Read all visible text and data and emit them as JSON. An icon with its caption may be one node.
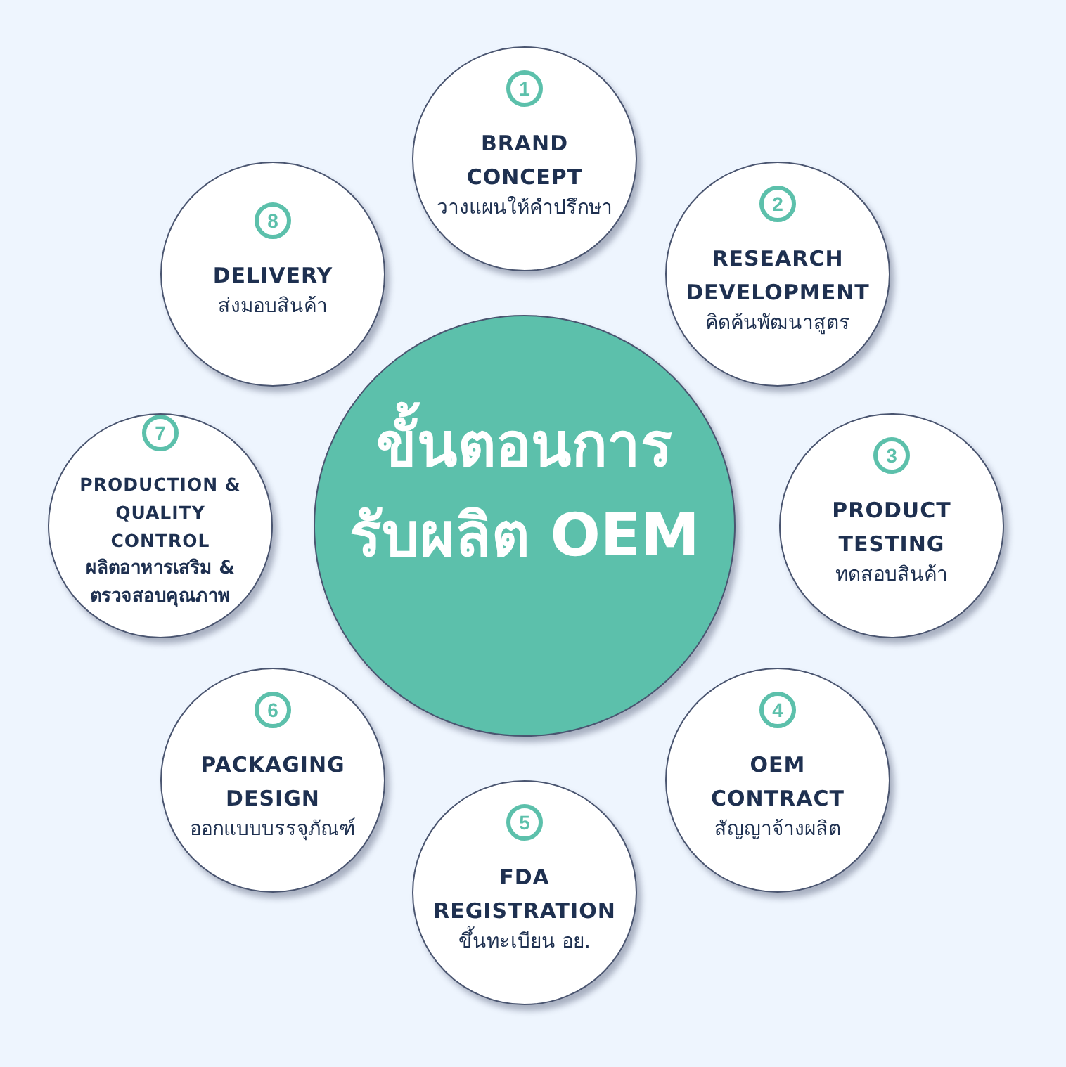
{
  "diagram": {
    "nodes": [
      {
        "text": [
          "ขั้นตอนการรับผลิต OEM"
        ]
      },
      {
        "text": [
          "BRAND CONCEPT",
          "วางแผนให้คำปรึกษา"
        ]
      },
      {
        "text": [
          "1"
        ],
        "in": 1
      },
      {
        "text": [
          "RESEARCH DEVELOPMENT",
          "คิดค้นพัฒนาสูตร"
        ]
      },
      {
        "text": [
          "2"
        ],
        "in": 3
      },
      {
        "text": [
          "PRODUCT TESTING",
          "ทดสอบสินค้า"
        ]
      },
      {
        "text": [
          "3"
        ],
        "in": 5
      },
      {
        "text": [
          "OEM CONTRACT",
          "สัญญาจ้างผลิต"
        ]
      },
      {
        "text": [
          "4"
        ],
        "in": 7
      },
      {
        "text": [
          "FDA REGISTRATION",
          "ขึ้นทะเบียน อย."
        ]
      },
      {
        "text": [
          "5"
        ],
        "in": 9
      },
      {
        "text": [
          "PACKAGING DESIGN",
          "ออกแบบบรรจุภัณฑ์"
        ]
      },
      {
        "text": [
          "6"
        ],
        "in": 11
      },
      {
        "text": [
          "PRODUCTION & QUALITY CONTROL",
          "ผลิตอาหารเสริม & ตรวจสอบคุณภาพ"
        ]
      },
      {
        "text": [
          "7"
        ],
        "in": 13
      },
      {
        "text": [
          "DELIVERY",
          "ส่งมอบสินค้า"
        ]
      },
      {
        "text": [
          "8"
        ],
        "in": 15
      }
    ]
  }
}
